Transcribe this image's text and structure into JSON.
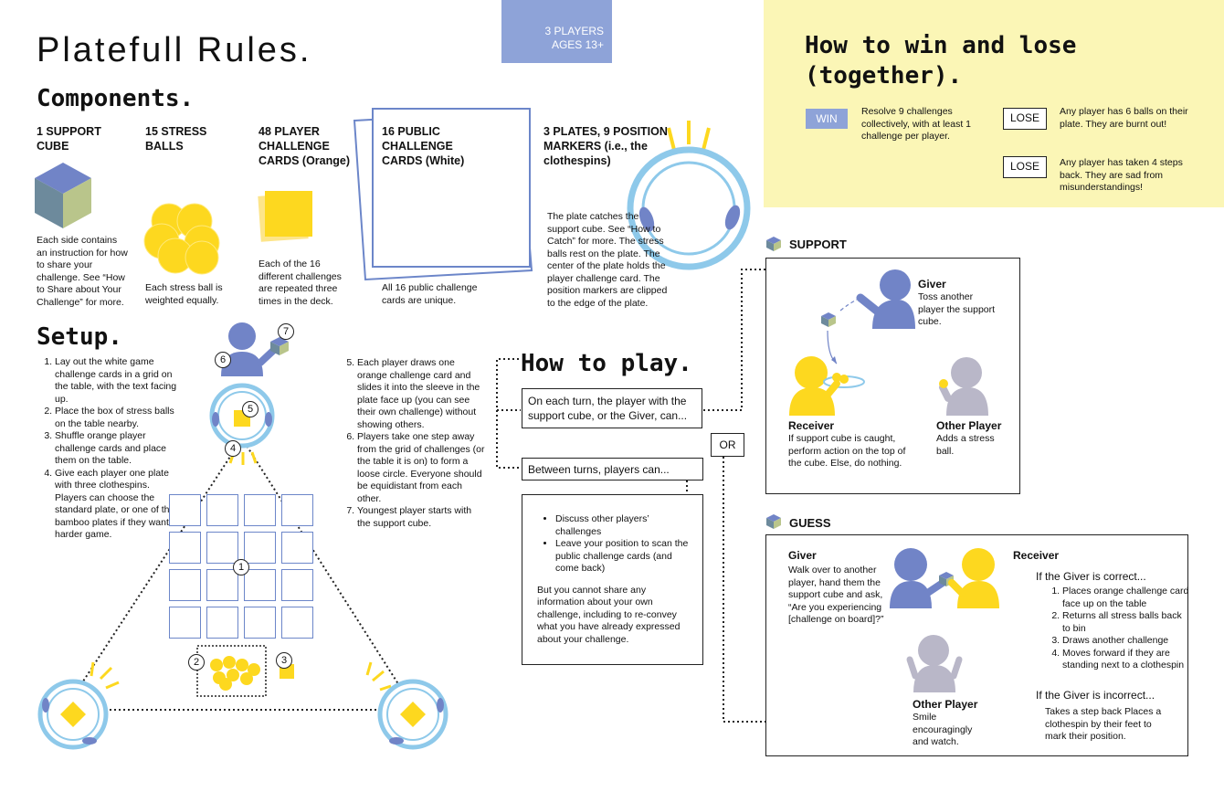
{
  "title": "Platefull Rules.",
  "badge": {
    "players": "3 PLAYERS",
    "ages": "AGES 13+"
  },
  "components": {
    "heading": "Components.",
    "items": [
      {
        "title": "1 SUPPORT CUBE",
        "desc": "Each side contains an instruction for how to share your challenge. See “How to Share about Your Challenge” for more."
      },
      {
        "title": "15 STRESS BALLS",
        "desc": "Each stress ball is weighted equally."
      },
      {
        "title": "48 PLAYER CHALLENGE CARDS (Orange)",
        "desc": "Each of the 16 different challenges are repeated three times in the deck."
      },
      {
        "title": "16 PUBLIC CHALLENGE CARDS (White)",
        "desc": "All 16 public challenge cards are unique."
      },
      {
        "title": "3 PLATES, 9 POSITION MARKERS (i.e., the clothespins)",
        "desc": "The plate catches the support cube. See “How to Catch” for more. The stress balls rest on the plate. The center of the plate holds the player challenge card. The position markers are clipped to the edge of the plate."
      }
    ]
  },
  "setup": {
    "heading": "Setup.",
    "steps_left": [
      "Lay out the white game challenge cards in a grid on the table, with the text facing up.",
      "Place the box of stress balls on the table nearby.",
      "Shuffle orange player challenge cards and place them on the table.",
      "Give each player one plate with three clothespins. Players can choose the standard plate, or one of the bamboo plates if they want a harder game."
    ],
    "steps_right": [
      "Each player draws one orange challenge card and slides it into the sleeve in the plate face up (you can see their own challenge) without showing others.",
      "Players take one step away from the grid of challenges (or the table it is on) to form a loose circle. Everyone should be equidistant from each other.",
      "Youngest player starts with the support cube."
    ],
    "markers": [
      "1",
      "2",
      "3",
      "4",
      "5",
      "6",
      "7"
    ]
  },
  "win_lose": {
    "heading": "How to win and lose (together).",
    "win_label": "WIN",
    "win_text": "Resolve 9 challenges collectively, with at least 1 challenge per player.",
    "lose_label": "LOSE",
    "lose1": "Any player has 6 balls on their plate. They are burnt out!",
    "lose2": "Any player has taken 4 steps back. They are sad from misunderstandings!"
  },
  "howto": {
    "heading": "How to play.",
    "turn": "On each turn, the player with the support cube, or the Giver,  can...",
    "or": "OR",
    "between": "Between turns, players can...",
    "between_items": [
      "Discuss other players’ challenges",
      "Leave your position to scan the public challenge cards (and come back)"
    ],
    "between_note": "But you cannot share any information about your own challenge, including to re-convey what you have already expressed about your challenge."
  },
  "support": {
    "label": "SUPPORT",
    "giver_title": "Giver",
    "giver_text": "Toss another player the support cube.",
    "receiver_title": "Receiver",
    "receiver_text": "If support cube is caught, perform action on the top of the cube. Else, do nothing.",
    "other_title": "Other Player",
    "other_text": "Adds a stress ball."
  },
  "guess": {
    "label": "GUESS",
    "giver_title": "Giver",
    "giver_text": "Walk over to another player, hand them the support cube and ask, “Are you experiencing [challenge on board]?”",
    "receiver_title": "Receiver",
    "correct_title": "If the Giver is correct...",
    "correct_steps": [
      "Places orange challenge card face up on the table",
      "Returns all stress balls back to bin",
      "Draws another challenge",
      "Moves forward if they are standing next to a clothespin"
    ],
    "incorrect_title": "If the Giver is incorrect...",
    "incorrect_text": "Takes a step back  Places a clothespin by their feet to mark their position.",
    "other_title": "Other Player",
    "other_text": "Smile encouragingly and watch."
  },
  "colors": {
    "blue": "#7184c7",
    "lightblue": "#8ec9ea",
    "yellow": "#fdd81f",
    "gray": "#b9b7c8",
    "cream": "#fbf6b6",
    "badge": "#8ea3d8"
  }
}
